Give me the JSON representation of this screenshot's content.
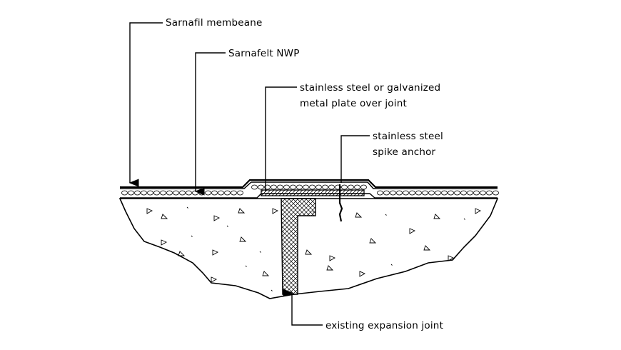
{
  "labels": {
    "membrane": "Sarnafil membeane",
    "felt": "Sarnafelt NWP",
    "plate_line1": "stainless steel or galvanized",
    "plate_line2": "metal plate over joint",
    "anchor_line1": "stainless steel",
    "anchor_line2": "spike anchor",
    "joint": "existing expansion joint"
  },
  "colors": {
    "line": "#000000",
    "background": "#ffffff"
  }
}
